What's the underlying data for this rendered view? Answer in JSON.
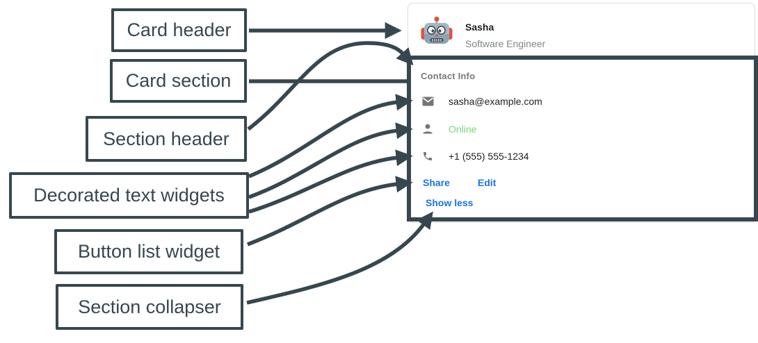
{
  "colors": {
    "accent": "#37474f",
    "link_blue": "#1a73e8",
    "online_green": "#74d673",
    "icon_gray": "#757575",
    "text_dark": "#202124",
    "text_muted": "#80868b",
    "card_border": "#dadce0"
  },
  "annotations": {
    "card_header_label": "Card header",
    "card_section_label": "Card section",
    "section_header_label": "Section header",
    "decorated_text_label": "Decorated text widgets",
    "button_list_label": "Button list widget",
    "section_collapser_label": "Section collapser"
  },
  "card": {
    "header": {
      "avatar_icon": "robot-avatar",
      "name": "Sasha",
      "subtitle": "Software Engineer"
    },
    "section": {
      "title": "Contact Info",
      "rows": [
        {
          "icon": "email-icon",
          "text": "sasha@example.com"
        },
        {
          "icon": "person-icon",
          "text": "Online"
        },
        {
          "icon": "phone-icon",
          "text": "+1 (555) 555-1234"
        }
      ],
      "buttons": [
        {
          "label": "Share"
        },
        {
          "label": "Edit"
        }
      ],
      "collapser_label": "Show less"
    }
  }
}
